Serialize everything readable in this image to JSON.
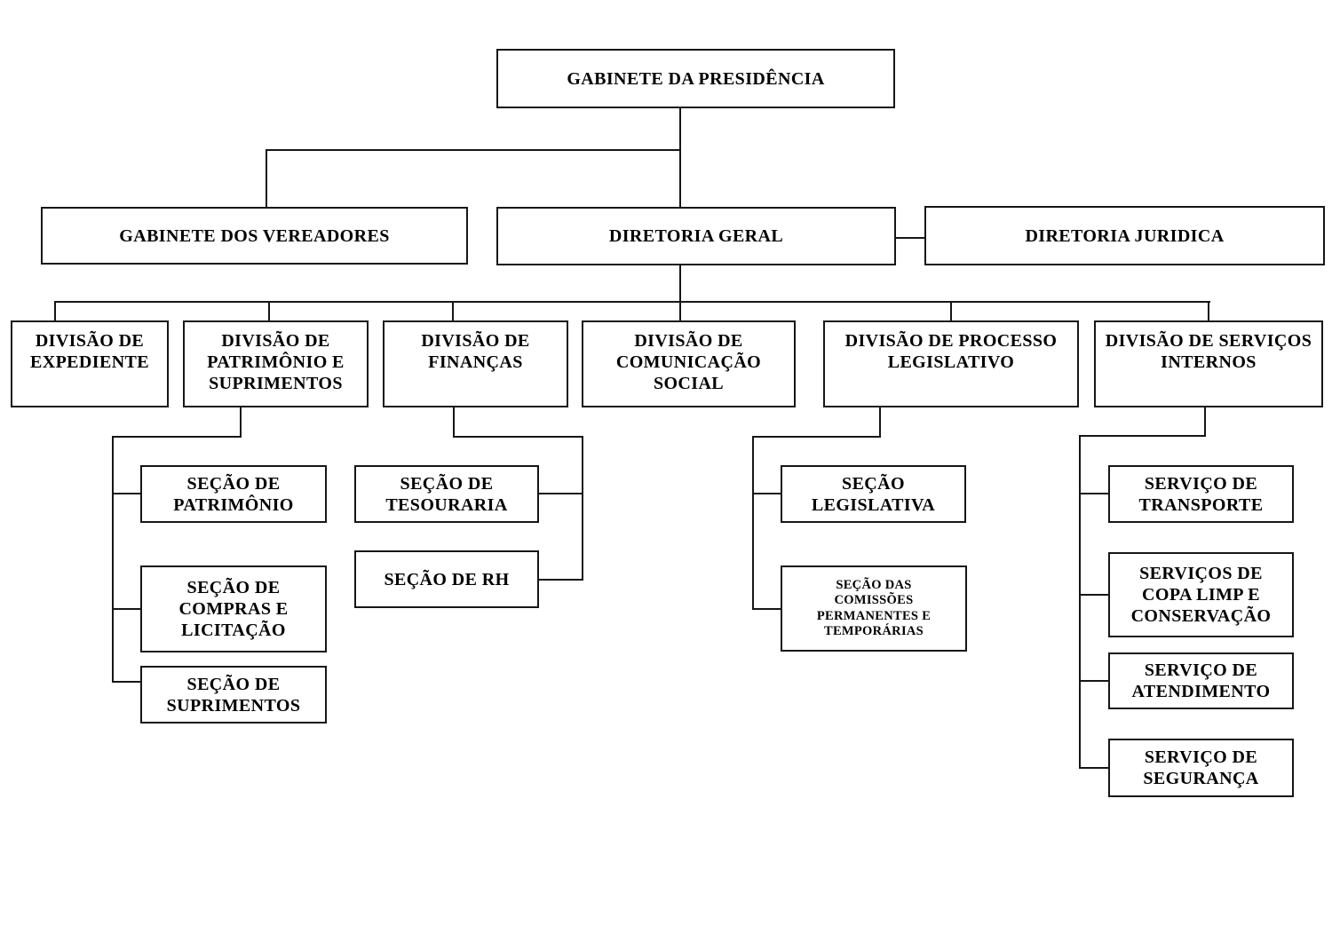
{
  "diagram": {
    "type": "org-chart",
    "background_color": "#ffffff",
    "box_border_color": "#161616",
    "line_color": "#161616",
    "text_color": "#000000",
    "nodes": {
      "gabinete_presidencia": {
        "label": "GABINETE DA PRESIDÊNCIA"
      },
      "gabinete_vereadores": {
        "label": "GABINETE DOS VEREADORES"
      },
      "diretoria_geral": {
        "label": "DIRETORIA GERAL"
      },
      "diretoria_juridica": {
        "label": "DIRETORIA JURIDICA"
      },
      "div_expediente": {
        "label": "DIVISÃO DE\nEXPEDIENTE"
      },
      "div_patrimonio": {
        "label": "DIVISÃO DE\nPATRIMÔNIO E\nSUPRIMENTOS"
      },
      "div_financas": {
        "label": "DIVISÃO DE\nFINANÇAS"
      },
      "div_comunicacao": {
        "label": "DIVISÃO DE\nCOMUNICAÇÃO\nSOCIAL"
      },
      "div_processo": {
        "label": "DIVISÃO DE PROCESSO\nLEGISLATIVO"
      },
      "div_servicos": {
        "label": "DIVISÃO DE SERVIÇOS\nINTERNOS"
      },
      "sec_patrimonio": {
        "label": "SEÇÃO DE\nPATRIMÔNIO"
      },
      "sec_compras": {
        "label": "SEÇÃO DE\nCOMPRAS E\nLICITAÇÃO"
      },
      "sec_suprimentos": {
        "label": "SEÇÃO DE\nSUPRIMENTOS"
      },
      "sec_tesouraria": {
        "label": "SEÇÃO DE\nTESOURARIA"
      },
      "sec_rh": {
        "label": "SEÇÃO DE RH"
      },
      "sec_legislativa": {
        "label": "SEÇÃO\nLEGISLATIVA"
      },
      "sec_comissoes": {
        "label": "SEÇÃO DAS\nCOMISSÕES\nPERMANENTES E\nTEMPORÁRIAS"
      },
      "srv_transporte": {
        "label": "SERVIÇO DE\nTRANSPORTE"
      },
      "srv_copa": {
        "label": "SERVIÇOS DE\nCOPA LIMP E\nCONSERVAÇÃO"
      },
      "srv_atendimento": {
        "label": "SERVIÇO DE\nATENDIMENTO"
      },
      "srv_seguranca": {
        "label": "SERVIÇO DE\nSEGURANÇA"
      }
    },
    "edges": [
      [
        "gabinete_presidencia",
        "gabinete_vereadores"
      ],
      [
        "gabinete_presidencia",
        "diretoria_geral"
      ],
      [
        "diretoria_geral",
        "diretoria_juridica"
      ],
      [
        "diretoria_geral",
        "div_expediente"
      ],
      [
        "diretoria_geral",
        "div_patrimonio"
      ],
      [
        "diretoria_geral",
        "div_financas"
      ],
      [
        "diretoria_geral",
        "div_comunicacao"
      ],
      [
        "diretoria_geral",
        "div_processo"
      ],
      [
        "diretoria_geral",
        "div_servicos"
      ],
      [
        "div_patrimonio",
        "sec_patrimonio"
      ],
      [
        "div_patrimonio",
        "sec_compras"
      ],
      [
        "div_patrimonio",
        "sec_suprimentos"
      ],
      [
        "div_financas",
        "sec_tesouraria"
      ],
      [
        "div_financas",
        "sec_rh"
      ],
      [
        "div_processo",
        "sec_legislativa"
      ],
      [
        "div_processo",
        "sec_comissoes"
      ],
      [
        "div_servicos",
        "srv_transporte"
      ],
      [
        "div_servicos",
        "srv_copa"
      ],
      [
        "div_servicos",
        "srv_atendimento"
      ],
      [
        "div_servicos",
        "srv_seguranca"
      ]
    ]
  }
}
